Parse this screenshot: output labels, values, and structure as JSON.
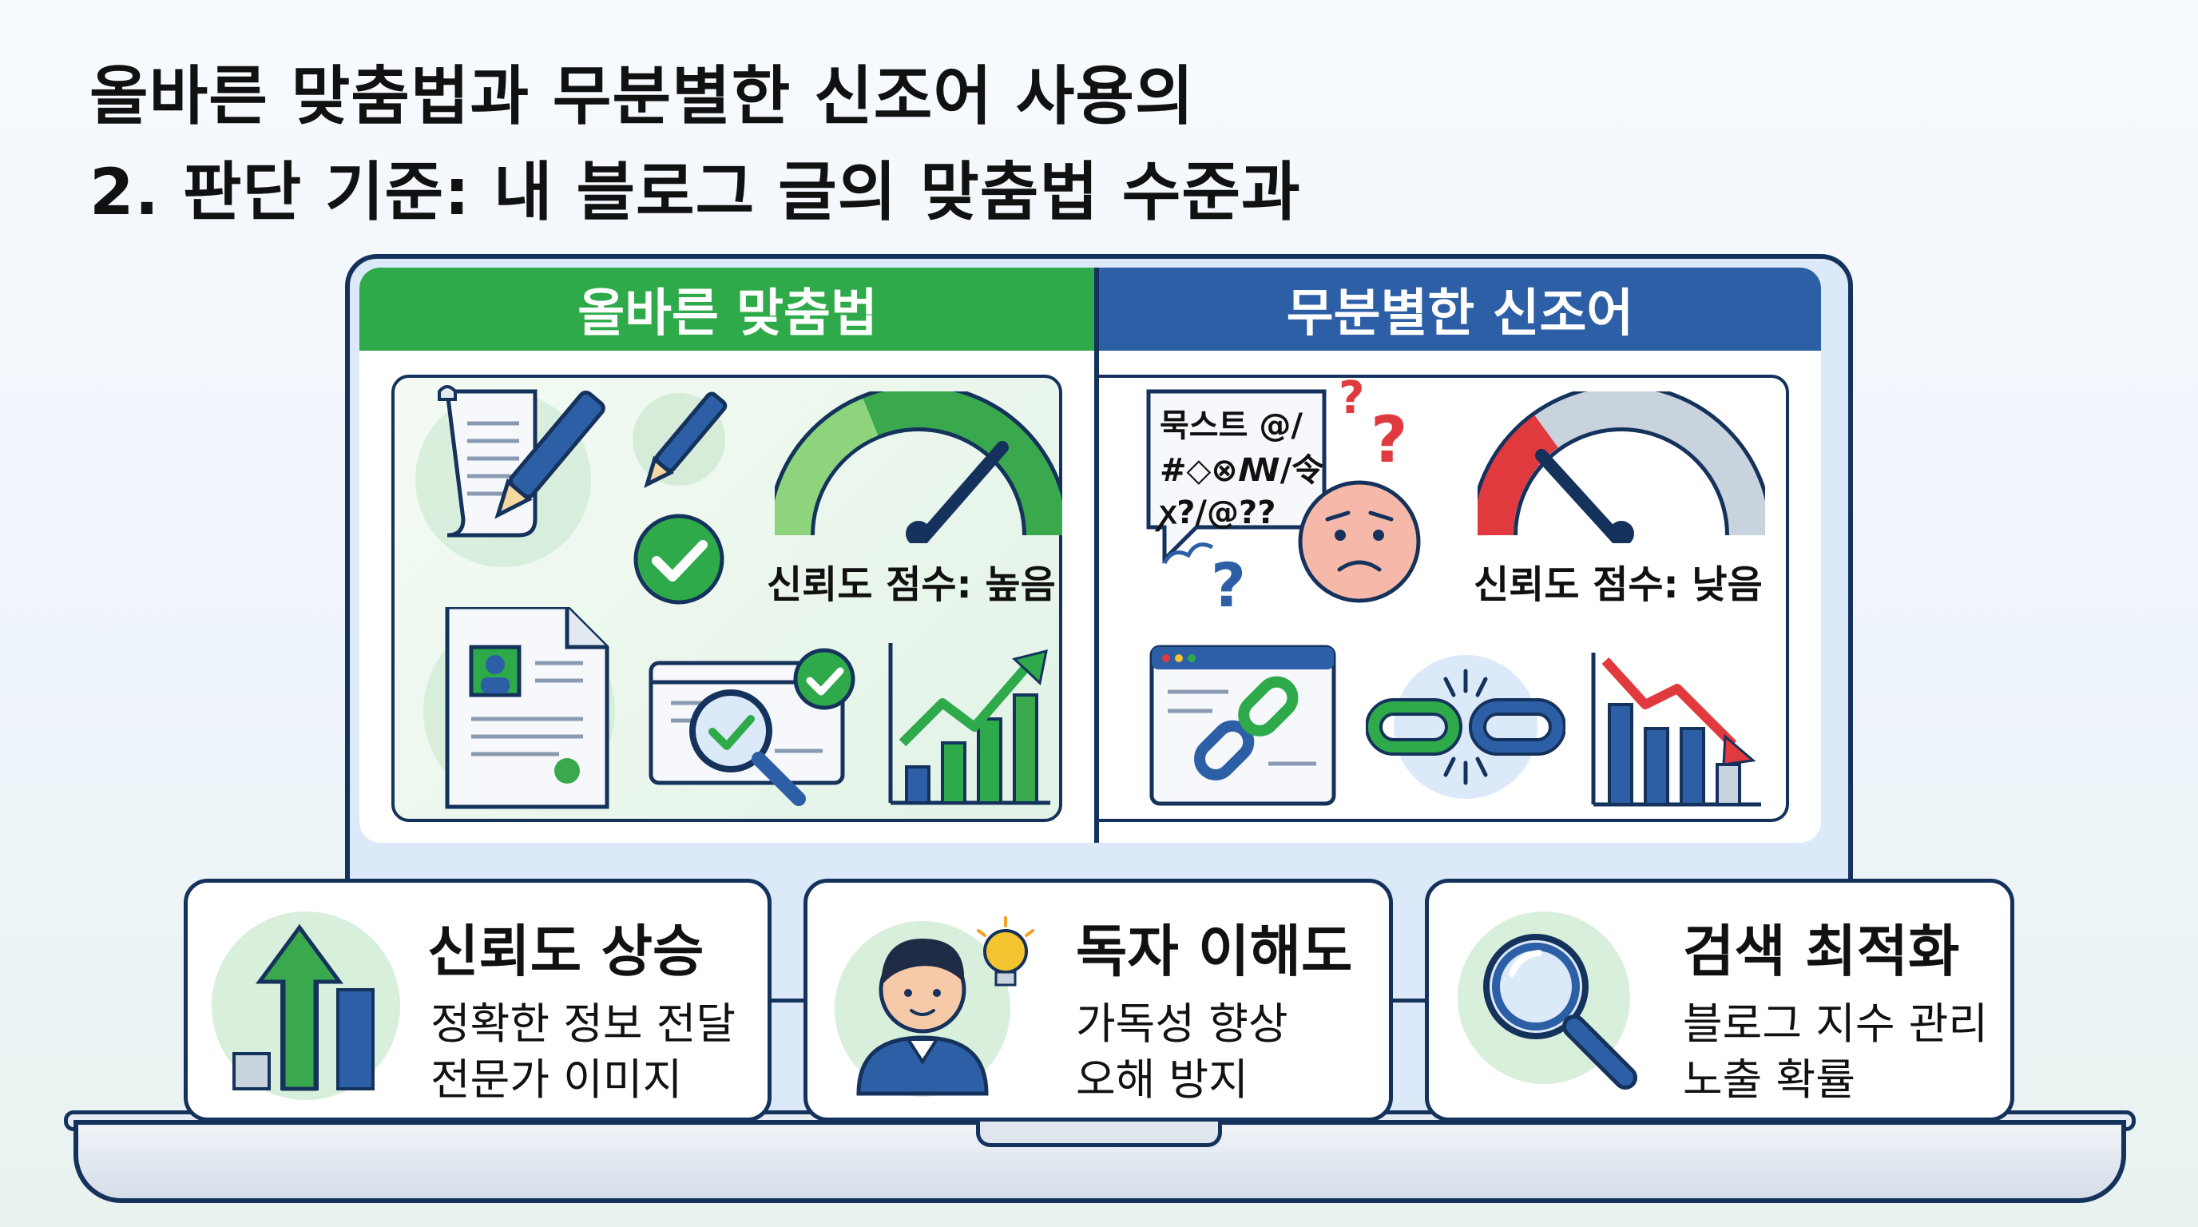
{
  "title": {
    "line1": "올바른 맞춤법과 무분별한 신조어 사용의",
    "line2": "2. 판단 기준: 내 블로그 글의 맞춤법 수준과"
  },
  "left_panel": {
    "header": "올바른 맞춤법",
    "header_color": "#2eaa4a",
    "gauge_label": "신뢰도 점수: 높음",
    "gauge_level": "high"
  },
  "right_panel": {
    "header": "무분별한 신조어",
    "header_color": "#2d5fa6",
    "speech_lines": [
      "묵스트 @/",
      "#◇⊗ꟿ/令",
      "ꭗ?/@??"
    ],
    "question_marks": [
      "?",
      "?",
      "?"
    ],
    "gauge_label": "신뢰도 점수: 낮음",
    "gauge_level": "low"
  },
  "cards": [
    {
      "title": "신뢰도 상승",
      "lines": [
        "정확한 정보 전달",
        "전문가 이미지"
      ],
      "icon": "growth-arrow-chart-icon"
    },
    {
      "title": "독자 이해도",
      "lines": [
        "가독성 향상",
        "오해 방지"
      ],
      "icon": "person-lightbulb-icon"
    },
    {
      "title": "검색 최적화",
      "lines": [
        "블로그 지수 관리",
        "노출 확률"
      ],
      "icon": "magnifier-icon"
    }
  ],
  "colors": {
    "green": "#2eaa4a",
    "blue": "#2d5fa6",
    "navy": "#14325c",
    "red": "#e0393e"
  }
}
